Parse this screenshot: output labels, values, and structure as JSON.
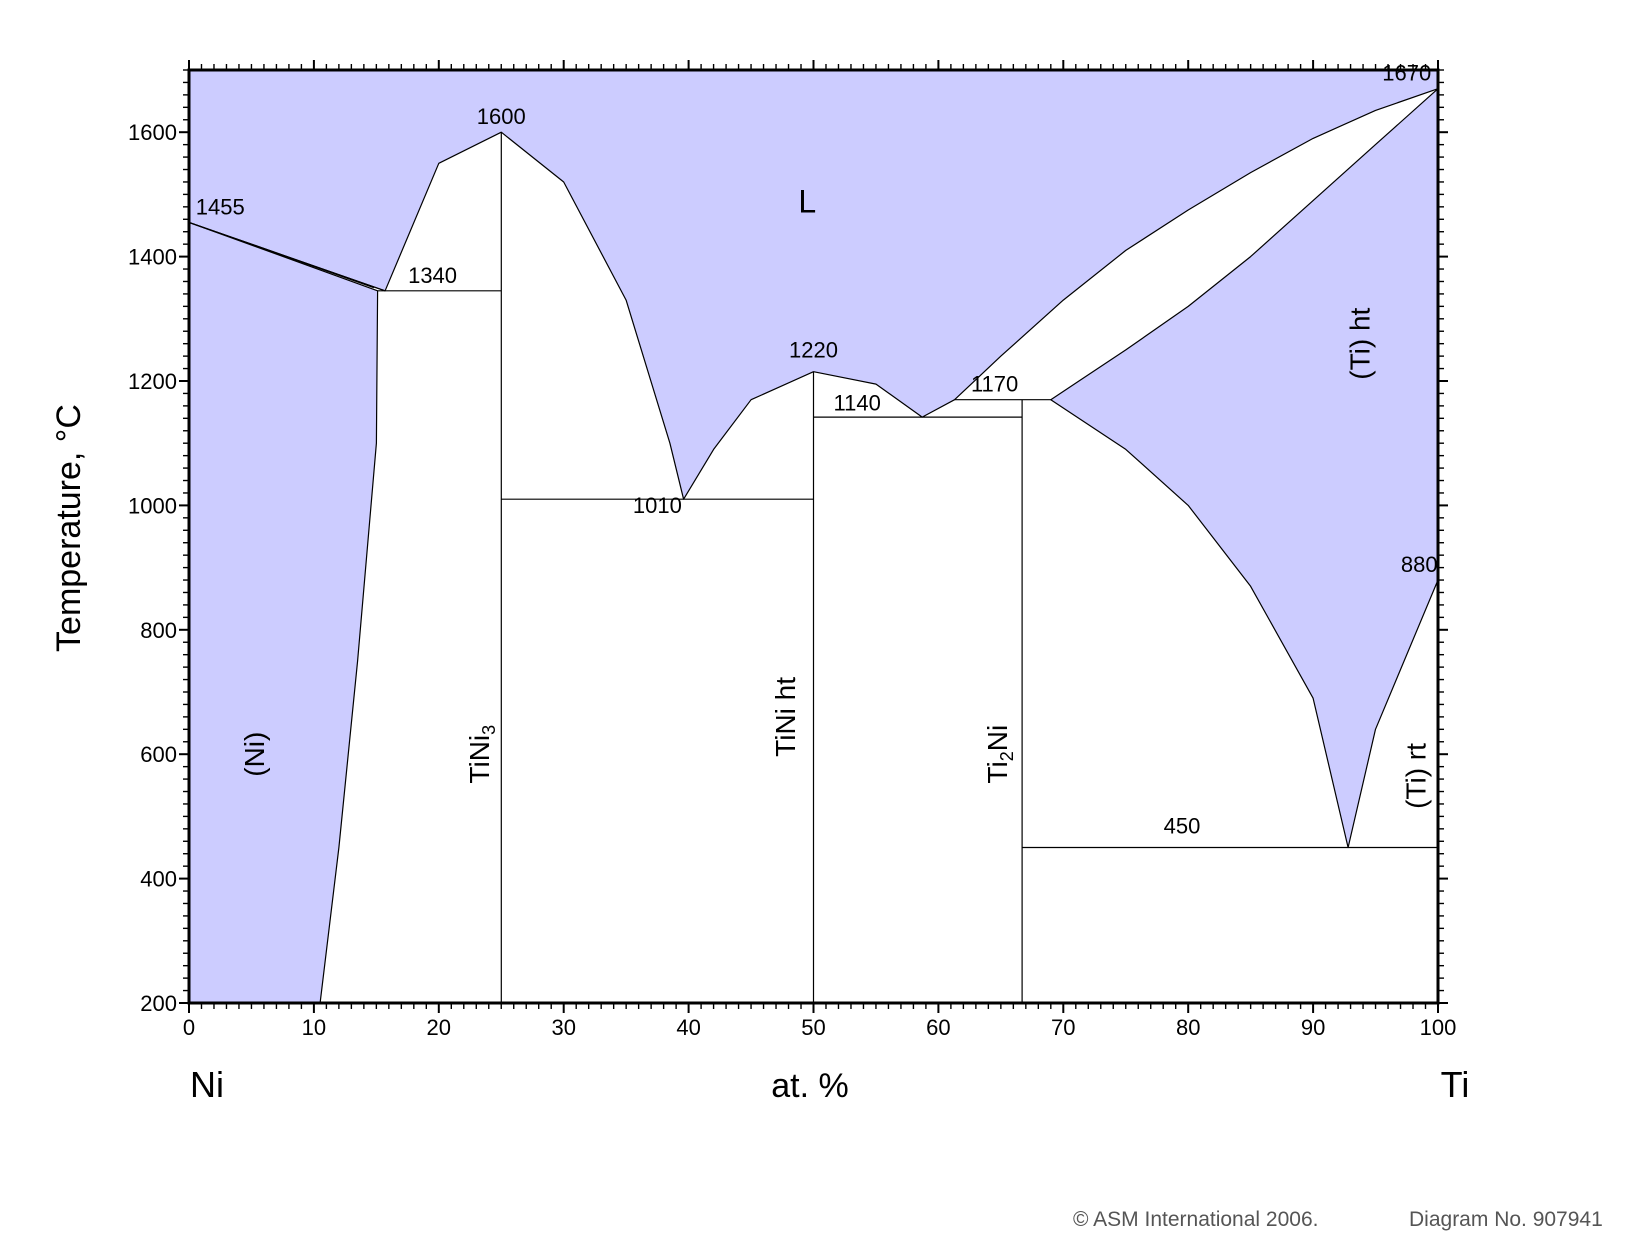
{
  "chart_data": {
    "type": "diagram",
    "system": [
      "Ni",
      "Ti"
    ],
    "ylabel": "Temperature, °C",
    "xlabel": "at. %",
    "x_left_element": "Ni",
    "x_right_element": "Ti",
    "xlim": [
      0,
      100
    ],
    "ylim": [
      200,
      1700
    ],
    "x_ticks": [
      "0",
      "10",
      "20",
      "30",
      "40",
      "50",
      "60",
      "70",
      "80",
      "90",
      "100"
    ],
    "y_ticks": [
      "200",
      "400",
      "600",
      "800",
      "1000",
      "1200",
      "1400",
      "1600"
    ],
    "single_phase_color": "#ccccff",
    "phase_labels": [
      {
        "text": "L",
        "x": 49.5,
        "y": 1490
      },
      {
        "text": "(Ni)",
        "x": 6,
        "y": 600,
        "rotated": true
      },
      {
        "text": "TiNi",
        "sub": "3",
        "x": 24,
        "y": 600,
        "rotated": true
      },
      {
        "text": "TiNi ht",
        "x": 48.5,
        "y": 660,
        "rotated": true
      },
      {
        "text": "Ti",
        "sub": "2",
        "after": "Ni",
        "x": 65.5,
        "y": 600,
        "rotated": true
      },
      {
        "text": "(Ti) ht",
        "x": 94.5,
        "y": 1260,
        "rotated": true
      },
      {
        "text": "(Ti) rt",
        "x": 99,
        "y": 565,
        "rotated": true
      }
    ],
    "annotations": [
      {
        "text": "1455",
        "x": 2.5,
        "y": 1455
      },
      {
        "text": "1600",
        "x": 25,
        "y": 1600
      },
      {
        "text": "1340",
        "x": 19.5,
        "y": 1345
      },
      {
        "text": "1220",
        "x": 50,
        "y": 1225
      },
      {
        "text": "1140",
        "x": 53.5,
        "y": 1140
      },
      {
        "text": "1170",
        "x": 64.5,
        "y": 1170
      },
      {
        "text": "1010",
        "x": 37.5,
        "y": 975
      },
      {
        "text": "1670",
        "x": 97.5,
        "y": 1670
      },
      {
        "text": "880",
        "x": 98.5,
        "y": 880
      },
      {
        "text": "450",
        "x": 79.5,
        "y": 460
      }
    ],
    "regions": [
      {
        "name": "L",
        "phase": "single",
        "points": [
          [
            0,
            1455
          ],
          [
            15.7,
            1345
          ],
          [
            20,
            1550
          ],
          [
            25,
            1600
          ],
          [
            30,
            1520
          ],
          [
            35,
            1330
          ],
          [
            38.5,
            1100
          ],
          [
            39.6,
            1010
          ],
          [
            42,
            1090
          ],
          [
            45,
            1170
          ],
          [
            50,
            1215
          ],
          [
            55,
            1195
          ],
          [
            58.7,
            1142
          ],
          [
            61.3,
            1170
          ],
          [
            65,
            1240
          ],
          [
            70,
            1330
          ],
          [
            75,
            1410
          ],
          [
            80,
            1475
          ],
          [
            85,
            1535
          ],
          [
            90,
            1590
          ],
          [
            95,
            1635
          ],
          [
            100,
            1670
          ],
          [
            100,
            1700
          ],
          [
            0,
            1700
          ]
        ]
      },
      {
        "name": "(Ni)",
        "phase": "single",
        "points": [
          [
            0,
            200
          ],
          [
            10.5,
            200
          ],
          [
            12,
            450
          ],
          [
            13.5,
            750
          ],
          [
            15,
            1100
          ],
          [
            15.1,
            1345
          ],
          [
            0,
            1455
          ]
        ]
      },
      {
        "name": "(Ti) ht",
        "phase": "single",
        "points": [
          [
            100,
            1670
          ],
          [
            95,
            1580
          ],
          [
            90,
            1490
          ],
          [
            85,
            1400
          ],
          [
            80,
            1320
          ],
          [
            75,
            1250
          ],
          [
            69,
            1170
          ],
          [
            75,
            1090
          ],
          [
            80,
            1000
          ],
          [
            85,
            870
          ],
          [
            90,
            690
          ],
          [
            92.8,
            450
          ],
          [
            95,
            640
          ],
          [
            100,
            880
          ]
        ]
      }
    ],
    "lines": [
      {
        "points": [
          [
            0,
            1455
          ],
          [
            14.8,
            1350
          ]
        ]
      },
      {
        "points": [
          [
            0,
            1455
          ],
          [
            15.7,
            1345
          ]
        ]
      },
      {
        "points": [
          [
            15.1,
            1345
          ],
          [
            25,
            1345
          ]
        ]
      },
      {
        "points": [
          [
            25,
            200
          ],
          [
            25,
            1600
          ]
        ]
      },
      {
        "points": [
          [
            25,
            1010
          ],
          [
            50,
            1010
          ]
        ]
      },
      {
        "points": [
          [
            50,
            200
          ],
          [
            50,
            1215
          ]
        ]
      },
      {
        "points": [
          [
            50,
            1142
          ],
          [
            66.7,
            1142
          ]
        ]
      },
      {
        "points": [
          [
            61.3,
            1170
          ],
          [
            69,
            1170
          ]
        ]
      },
      {
        "points": [
          [
            66.7,
            200
          ],
          [
            66.7,
            1170
          ]
        ]
      },
      {
        "points": [
          [
            66.7,
            450
          ],
          [
            100,
            450
          ]
        ]
      }
    ],
    "footer_left": "© ASM International 2006.",
    "footer_right": "Diagram No. 907941"
  }
}
